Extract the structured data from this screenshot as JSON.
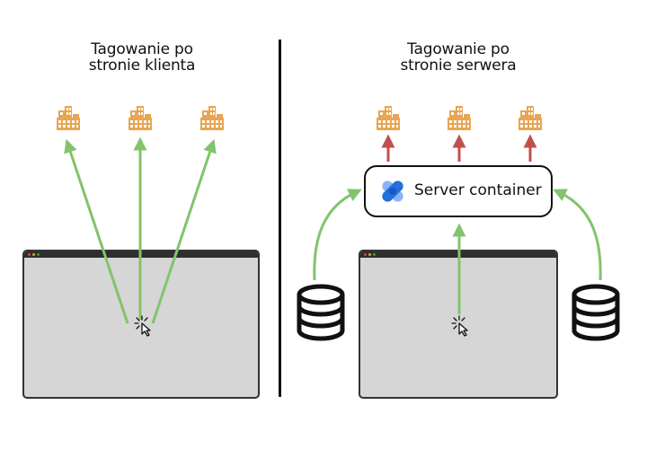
{
  "left_panel": {
    "title_line1": "Tagowanie po",
    "title_line2": "stronie klienta"
  },
  "right_panel": {
    "title_line1": "Tagowanie po",
    "title_line2": "stronie serwera",
    "server_container_label": "Server container"
  },
  "colors": {
    "arrow_green": "#82c46c",
    "arrow_red": "#c0504d",
    "building_orange": "#e8a552",
    "browser_gray": "#d6d6d6",
    "browser_bar": "#2e2e2e",
    "gtm_blue_dark": "#246fdb",
    "gtm_blue_light": "#8ab4f8",
    "dot_red": "#e0443e",
    "dot_yellow": "#dea123",
    "dot_green": "#1aab29"
  },
  "icons": [
    "building-icon",
    "cursor-click-icon",
    "database-icon",
    "google-tag-manager-icon",
    "browser-window"
  ]
}
